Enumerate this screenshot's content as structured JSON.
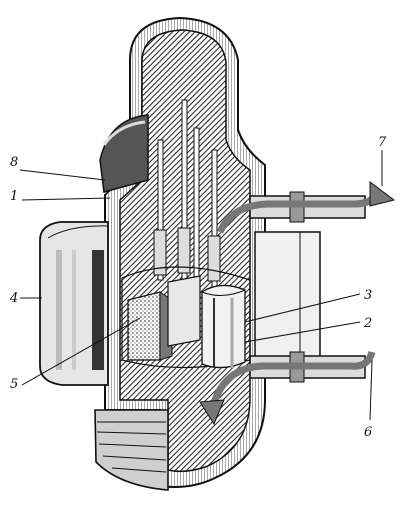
{
  "figure": {
    "labels": [
      {
        "id": "1",
        "text": "1"
      },
      {
        "id": "2",
        "text": "2"
      },
      {
        "id": "3",
        "text": "3"
      },
      {
        "id": "4",
        "text": "4"
      },
      {
        "id": "5",
        "text": "5"
      },
      {
        "id": "6",
        "text": "6"
      },
      {
        "id": "7",
        "text": "7"
      },
      {
        "id": "8",
        "text": "8"
      }
    ]
  },
  "colors": {
    "ink": "#111111",
    "paper": "#ffffff",
    "hatch": "#3a3a3a",
    "metal_light": "#d9d9d9",
    "metal_mid": "#8a8a8a",
    "metal_dark": "#2a2a2a"
  }
}
